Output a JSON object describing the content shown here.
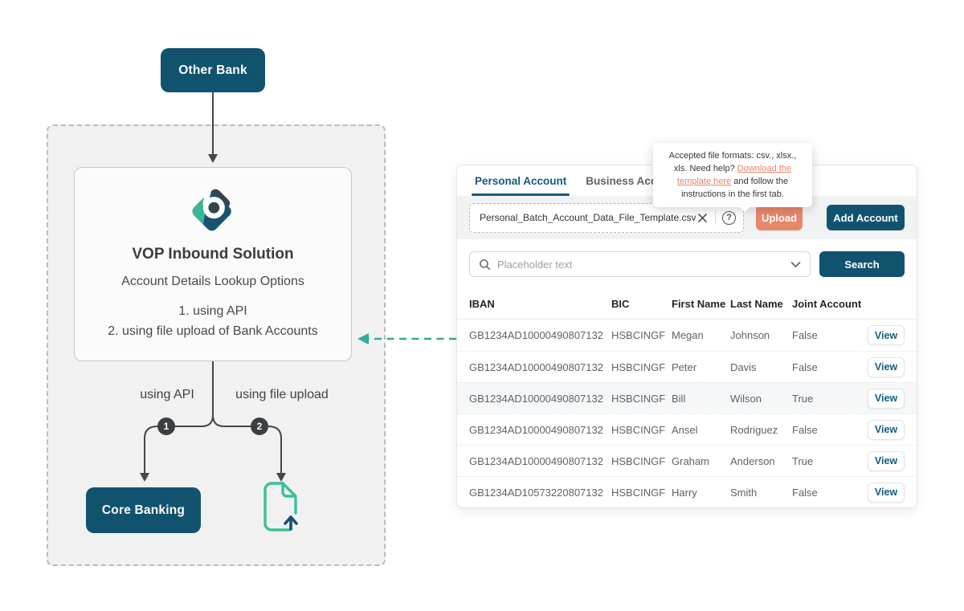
{
  "colors": {
    "primary_blue": "#11536F",
    "teal": "#2FAE93",
    "salmon": "#E8846B"
  },
  "diagram": {
    "other_bank_label": "Other Bank",
    "solution_title": "VOP Inbound Solution",
    "solution_subtitle": "Account Details Lookup Options",
    "option_1": "1. using API",
    "option_2": "2. using file upload of Bank Accounts",
    "branch_1_label": "using API",
    "branch_2_label": "using file upload",
    "branch_1_number": "1",
    "branch_2_number": "2",
    "core_banking_label": "Core Banking"
  },
  "panel": {
    "tabs": {
      "personal": "Personal Account",
      "business": "Business Account"
    },
    "tooltip": {
      "text_before": "Accepted file formats: csv., xlsx., xls. Need help? ",
      "link_text": "Download the template here",
      "text_after": " and follow the instructions in the first tab."
    },
    "upload_bar": {
      "filename": "Personal_Batch_Account_Data_File_Template.csv",
      "upload_label": "Upload",
      "add_account_label": "Add Account"
    },
    "search": {
      "placeholder": "Placeholder text",
      "button_label": "Search"
    },
    "table": {
      "headers": {
        "iban": "IBAN",
        "bic": "BIC",
        "first": "First Name",
        "last": "Last Name",
        "joint": "Joint Account"
      },
      "view_label": "View",
      "rows": [
        {
          "iban": "GB1234AD10000490807132",
          "bic": "HSBCINGF",
          "first": "Megan",
          "last": "Johnson",
          "joint": "False"
        },
        {
          "iban": "GB1234AD10000490807132",
          "bic": "HSBCINGF",
          "first": "Peter",
          "last": "Davis",
          "joint": "False"
        },
        {
          "iban": "GB1234AD10000490807132",
          "bic": "HSBCINGF",
          "first": "Bill",
          "last": "Wilson",
          "joint": "True"
        },
        {
          "iban": "GB1234AD10000490807132",
          "bic": "HSBCINGF",
          "first": "Ansel",
          "last": "Rodriguez",
          "joint": "False"
        },
        {
          "iban": "GB1234AD10000490807132",
          "bic": "HSBCINGF",
          "first": "Graham",
          "last": "Anderson",
          "joint": "True"
        },
        {
          "iban": "GB1234AD10573220807132",
          "bic": "HSBCINGF",
          "first": "Harry",
          "last": "Smith",
          "joint": "False"
        }
      ]
    }
  }
}
